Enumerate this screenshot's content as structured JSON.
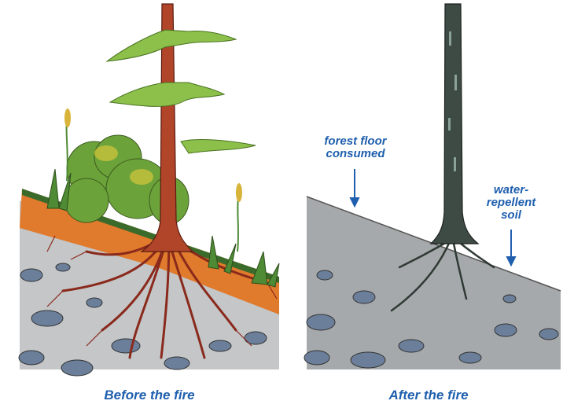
{
  "captions": {
    "before": "Before the fire",
    "after": "After the fire"
  },
  "annotations": {
    "forest_floor": [
      "forest floor",
      "consumed"
    ],
    "water_repellent": [
      "water-",
      "repellent",
      "soil"
    ]
  },
  "colors": {
    "label_blue": "#1f5fae",
    "duff_orange": "#e07a2c",
    "soil_gray": "#b9bbbd",
    "burnt_soil": "#a6a9ab",
    "trunk_red": "#b0452a",
    "burnt_trunk": "#3e4a44",
    "foliage_green": "#6ca23a"
  }
}
